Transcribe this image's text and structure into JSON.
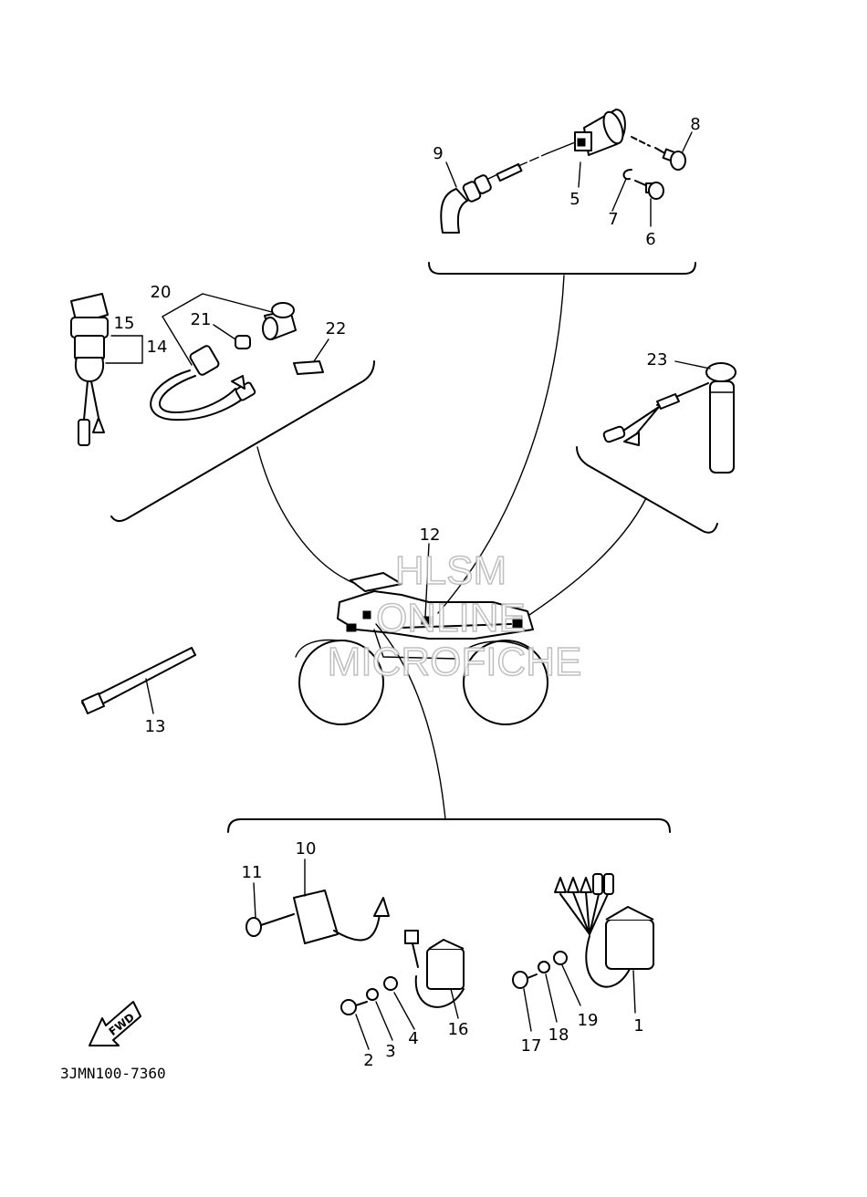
{
  "diagram": {
    "code": "3JMN100-7360",
    "fwd_label": "FWD",
    "watermark": [
      "HLSM",
      "ONLINE",
      "MICROFICHE"
    ],
    "callouts": {
      "c1": "1",
      "c2": "2",
      "c3": "3",
      "c4": "4",
      "c5": "5",
      "c6": "6",
      "c7": "7",
      "c8": "8",
      "c9": "9",
      "c10": "10",
      "c11": "11",
      "c12": "12",
      "c13": "13",
      "c14": "14",
      "c15": "15",
      "c16": "16",
      "c17": "17",
      "c18": "18",
      "c19": "19",
      "c20": "20",
      "c21": "21",
      "c22": "22",
      "c23": "23"
    }
  }
}
